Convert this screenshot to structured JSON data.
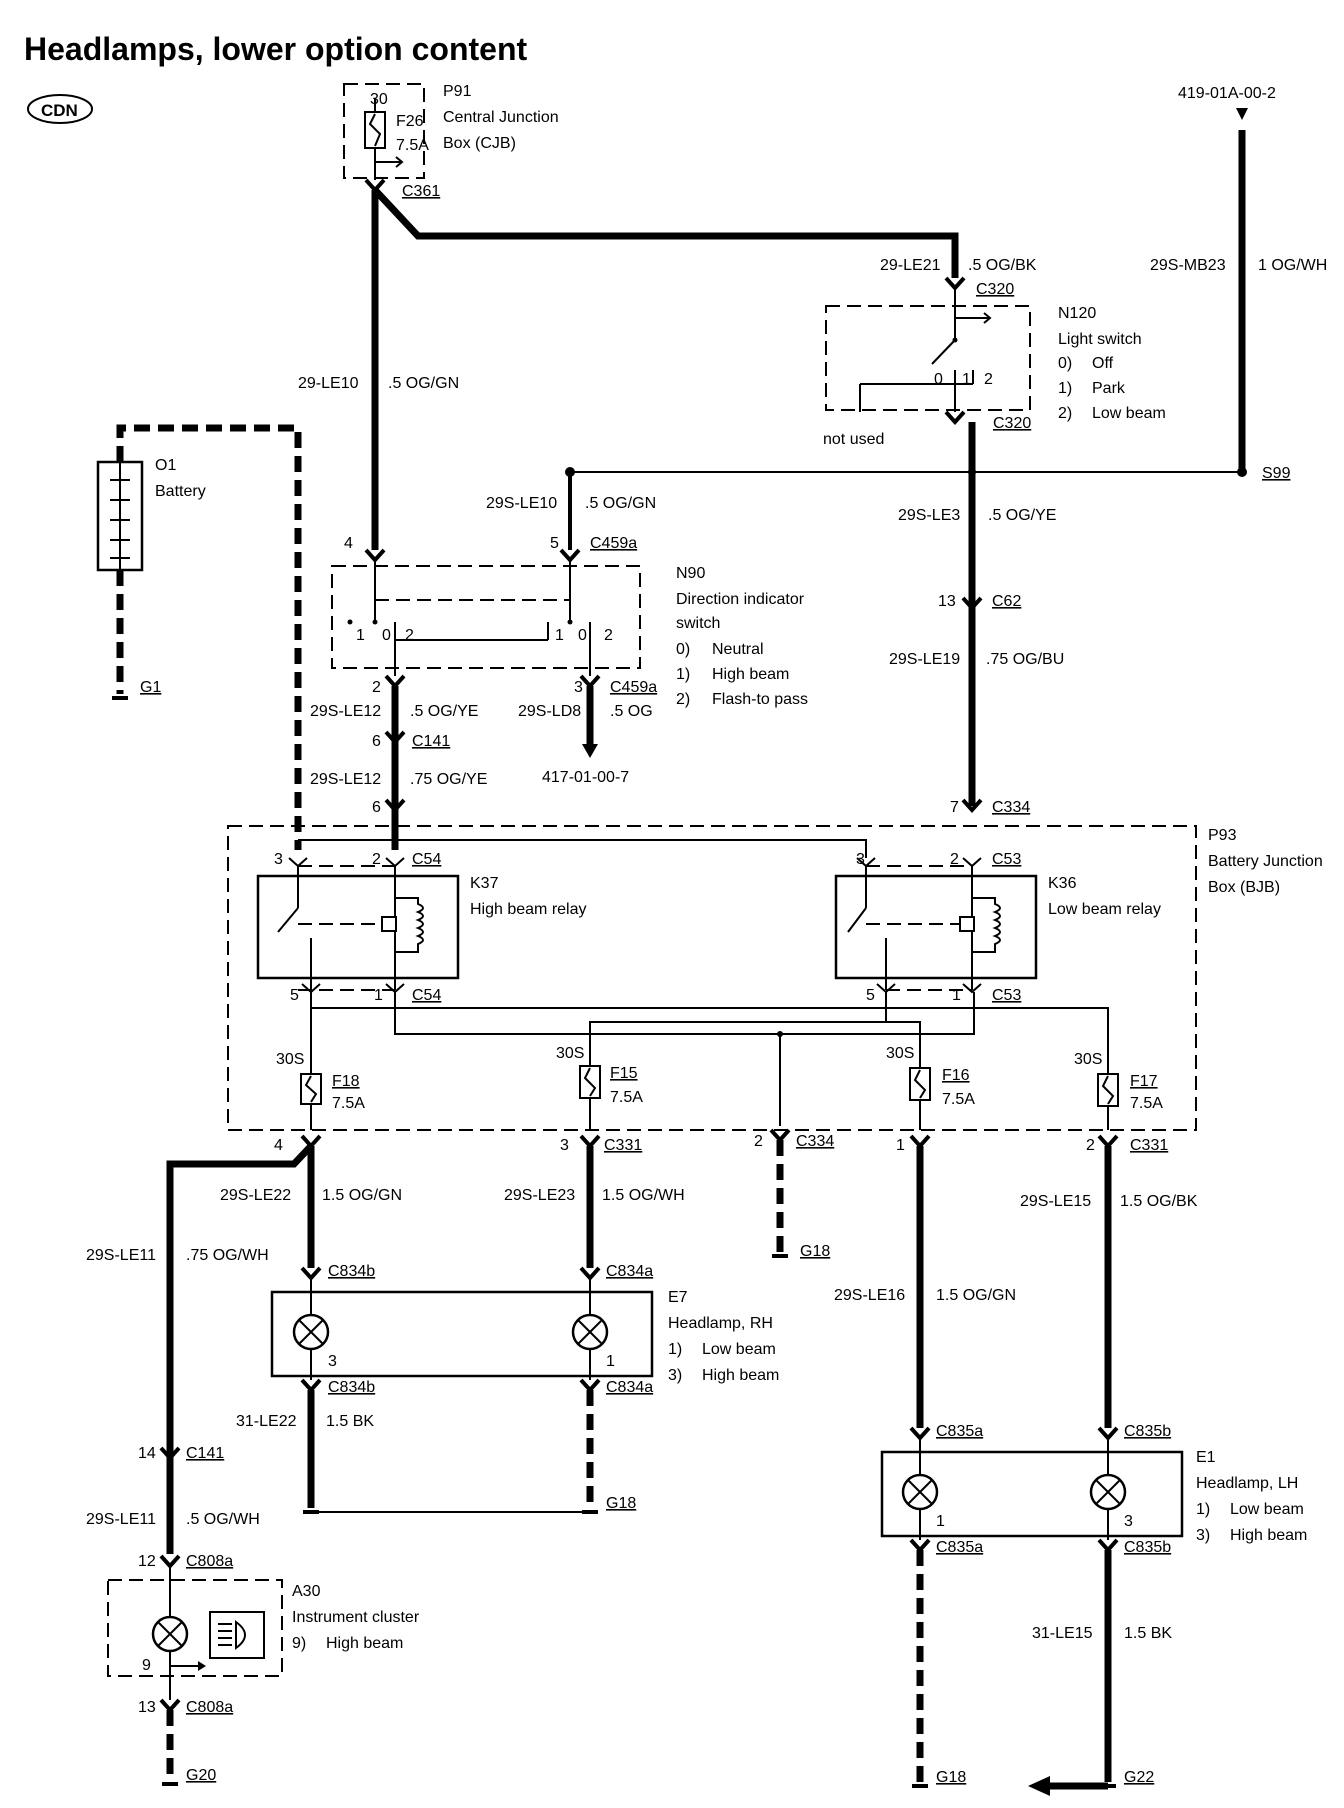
{
  "title": "Headlamps, lower option content",
  "logo_text": "CDN",
  "doc_ref": "419-01A-00-2",
  "components": {
    "p91": {
      "id": "P91",
      "line1": "Central Junction",
      "line2": "Box (CJB)",
      "fuse": "F26",
      "rating": "7.5A",
      "pin": "30",
      "connector": "C361"
    },
    "o1": {
      "id": "O1",
      "name": "Battery",
      "ground": "G1"
    },
    "n120": {
      "id": "N120",
      "name": "Light switch",
      "opt0": "0)",
      "opt0_t": "Off",
      "opt1": "1)",
      "opt1_t": "Park",
      "opt2": "2)",
      "opt2_t": "Low beam",
      "pos0": "0",
      "pos1": "1",
      "pos2": "2",
      "not_used": "not used"
    },
    "n90": {
      "id": "N90",
      "line1": "Direction indicator",
      "line2": "switch",
      "opt0": "0)",
      "opt0_t": "Neutral",
      "opt1": "1)",
      "opt1_t": "High beam",
      "opt2": "2)",
      "opt2_t": "Flash-to pass",
      "l1": "1",
      "l0": "0",
      "l2": "2",
      "r1": "1",
      "r0": "0",
      "r2": "2"
    },
    "p93": {
      "id": "P93",
      "line1": "Battery Junction",
      "line2": "Box (BJB)"
    },
    "k37": {
      "id": "K37",
      "name": "High beam relay"
    },
    "k36": {
      "id": "K36",
      "name": "Low beam relay"
    },
    "e7": {
      "id": "E7",
      "name": "Headlamp, RH",
      "opt1": "1)",
      "opt1_t": "Low beam",
      "opt3": "3)",
      "opt3_t": "High beam",
      "pin_l": "3",
      "pin_r": "1"
    },
    "e1": {
      "id": "E1",
      "name": "Headlamp, LH",
      "opt1": "1)",
      "opt1_t": "Low beam",
      "opt3": "3)",
      "opt3_t": "High beam",
      "pin_l": "1",
      "pin_r": "3"
    },
    "a30": {
      "id": "A30",
      "name": "Instrument cluster",
      "opt9": "9)",
      "opt9_t": "High beam",
      "pin": "9"
    },
    "fuses": [
      {
        "id": "F18",
        "rating": "7.5A",
        "pin": "30S"
      },
      {
        "id": "F15",
        "rating": "7.5A",
        "pin": "30S"
      },
      {
        "id": "F16",
        "rating": "7.5A",
        "pin": "30S"
      },
      {
        "id": "F17",
        "rating": "7.5A",
        "pin": "30S"
      }
    ]
  },
  "wires": {
    "w_29le10": {
      "code": "29-LE10",
      "spec": ".5 OG/GN"
    },
    "w_29le21": {
      "code": "29-LE21",
      "spec": ".5 OG/BK"
    },
    "w_29smb23": {
      "code": "29S-MB23",
      "spec": "1 OG/WH"
    },
    "w_29sle10": {
      "code": "29S-LE10",
      "spec": ".5 OG/GN"
    },
    "w_29sle3": {
      "code": "29S-LE3",
      "spec": ".5 OG/YE"
    },
    "w_29sle19": {
      "code": "29S-LE19",
      "spec": ".75 OG/BU"
    },
    "w_29sle12a": {
      "code": "29S-LE12",
      "spec": ".5 OG/YE"
    },
    "w_29sle12b": {
      "code": "29S-LE12",
      "spec": ".75 OG/YE"
    },
    "w_29sld8": {
      "code": "29S-LD8",
      "spec": ".5 OG"
    },
    "w_29sle22": {
      "code": "29S-LE22",
      "spec": "1.5 OG/GN"
    },
    "w_29sle23": {
      "code": "29S-LE23",
      "spec": "1.5 OG/WH"
    },
    "w_29sle15": {
      "code": "29S-LE15",
      "spec": "1.5 OG/BK"
    },
    "w_29sle16": {
      "code": "29S-LE16",
      "spec": "1.5 OG/GN"
    },
    "w_29sle11a": {
      "code": "29S-LE11",
      "spec": ".75 OG/WH"
    },
    "w_29sle11b": {
      "code": "29S-LE11",
      "spec": ".5 OG/WH"
    },
    "w_31le22": {
      "code": "31-LE22",
      "spec": "1.5 BK"
    },
    "w_31le15": {
      "code": "31-LE15",
      "spec": "1.5 BK"
    }
  },
  "connectors": {
    "c320a": "C320",
    "c320b": "C320",
    "s99": "S99",
    "c459a_top": "C459a",
    "c459a_bot": "C459a",
    "c62": "C62",
    "c141a": "C141",
    "c334_top": "C334",
    "c54a": "C54",
    "c53a": "C53",
    "c54b": "C54",
    "c53b": "C53",
    "c331a": "C331",
    "c334_bot": "C334",
    "c331b": "C331",
    "c834b_top": "C834b",
    "c834a_top": "C834a",
    "c834b_bot": "C834b",
    "c834a_bot": "C834a",
    "c835a_top": "C835a",
    "c835b_top": "C835b",
    "c835a_bot": "C835a",
    "c835b_bot": "C835b",
    "c141b": "C141",
    "c808a_top": "C808a",
    "c808a_bot": "C808a"
  },
  "ref_417": "417-01-00-7",
  "grounds": {
    "g18a": "G18",
    "g18b": "G18",
    "g18c": "G18",
    "g20": "G20",
    "g22": "G22"
  },
  "pins": {
    "n90_4": "4",
    "n90_5": "5",
    "n90_2": "2",
    "n90_3": "3",
    "c62_13": "13",
    "c141_6": "6",
    "c334_6": "6",
    "c334_7": "7",
    "k37_3": "3",
    "k37_2": "2",
    "k37_5": "5",
    "k37_1": "1",
    "k36_3": "3",
    "k36_2": "2",
    "k36_5": "5",
    "k36_1": "1",
    "out_4": "4",
    "out_3": "3",
    "out_2": "2",
    "out_1": "1",
    "out_2b": "2",
    "c141_14": "14",
    "c808_12": "12",
    "c808_13": "13"
  }
}
